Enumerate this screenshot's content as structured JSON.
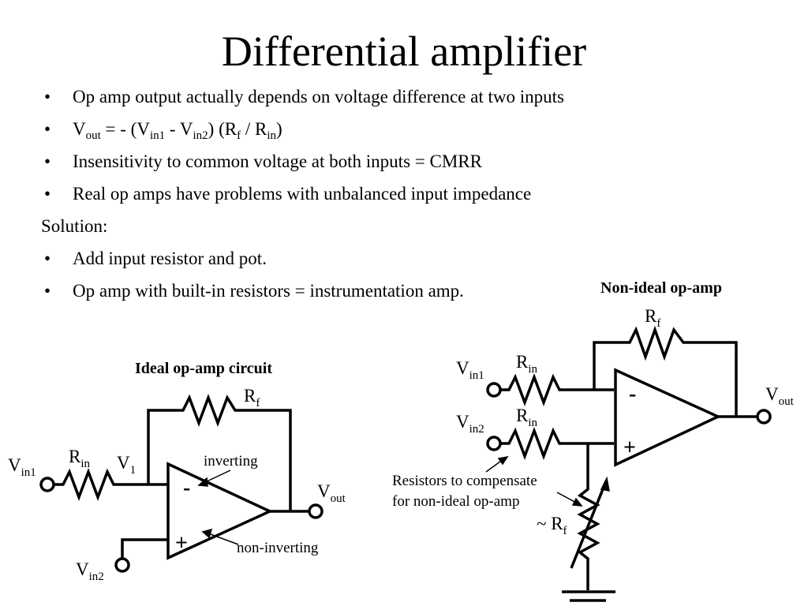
{
  "slide": {
    "title": "Differential amplifier",
    "bullet_glyph": "•",
    "bullets": [
      {
        "type": "bullet",
        "text": "Op amp output actually depends on voltage difference at two inputs"
      },
      {
        "type": "bullet-formula",
        "parts": {
          "v": "V",
          "out": "out",
          "eq": " = - (V",
          "in1": "in1",
          "minus": " - V",
          "in2": "in2",
          "mid": ") (R",
          "f": "f",
          "slash": " / R",
          "in": "in",
          "end": ")"
        }
      },
      {
        "type": "bullet",
        "text": "Insensitivity to common voltage at both inputs = CMRR"
      },
      {
        "type": "bullet",
        "text": "Real op amps have problems with unbalanced input impedance"
      },
      {
        "type": "plain",
        "text": "Solution:"
      },
      {
        "type": "bullet",
        "text": "Add input resistor and pot."
      },
      {
        "type": "bullet",
        "text": "Op amp with built-in resistors = instrumentation amp."
      }
    ]
  },
  "ideal_circuit": {
    "title": "Ideal op-amp circuit",
    "labels": {
      "v": "V",
      "in1": "in1",
      "in2": "in2",
      "out": "out",
      "one": "1",
      "r": "R",
      "in": "in",
      "f": "f",
      "minus": "-",
      "plus": "+",
      "inverting": "inverting",
      "non_inverting": "non-inverting"
    }
  },
  "nonideal_circuit": {
    "title": "Non-ideal op-amp",
    "labels": {
      "v": "V",
      "in1": "in1",
      "in2": "in2",
      "out": "out",
      "r": "R",
      "in": "in",
      "f": "f",
      "tilde_r": "~ R",
      "minus": "-",
      "plus": "+",
      "note_line1": "Resistors to compensate",
      "note_line2": "for non-ideal op-amp"
    }
  }
}
